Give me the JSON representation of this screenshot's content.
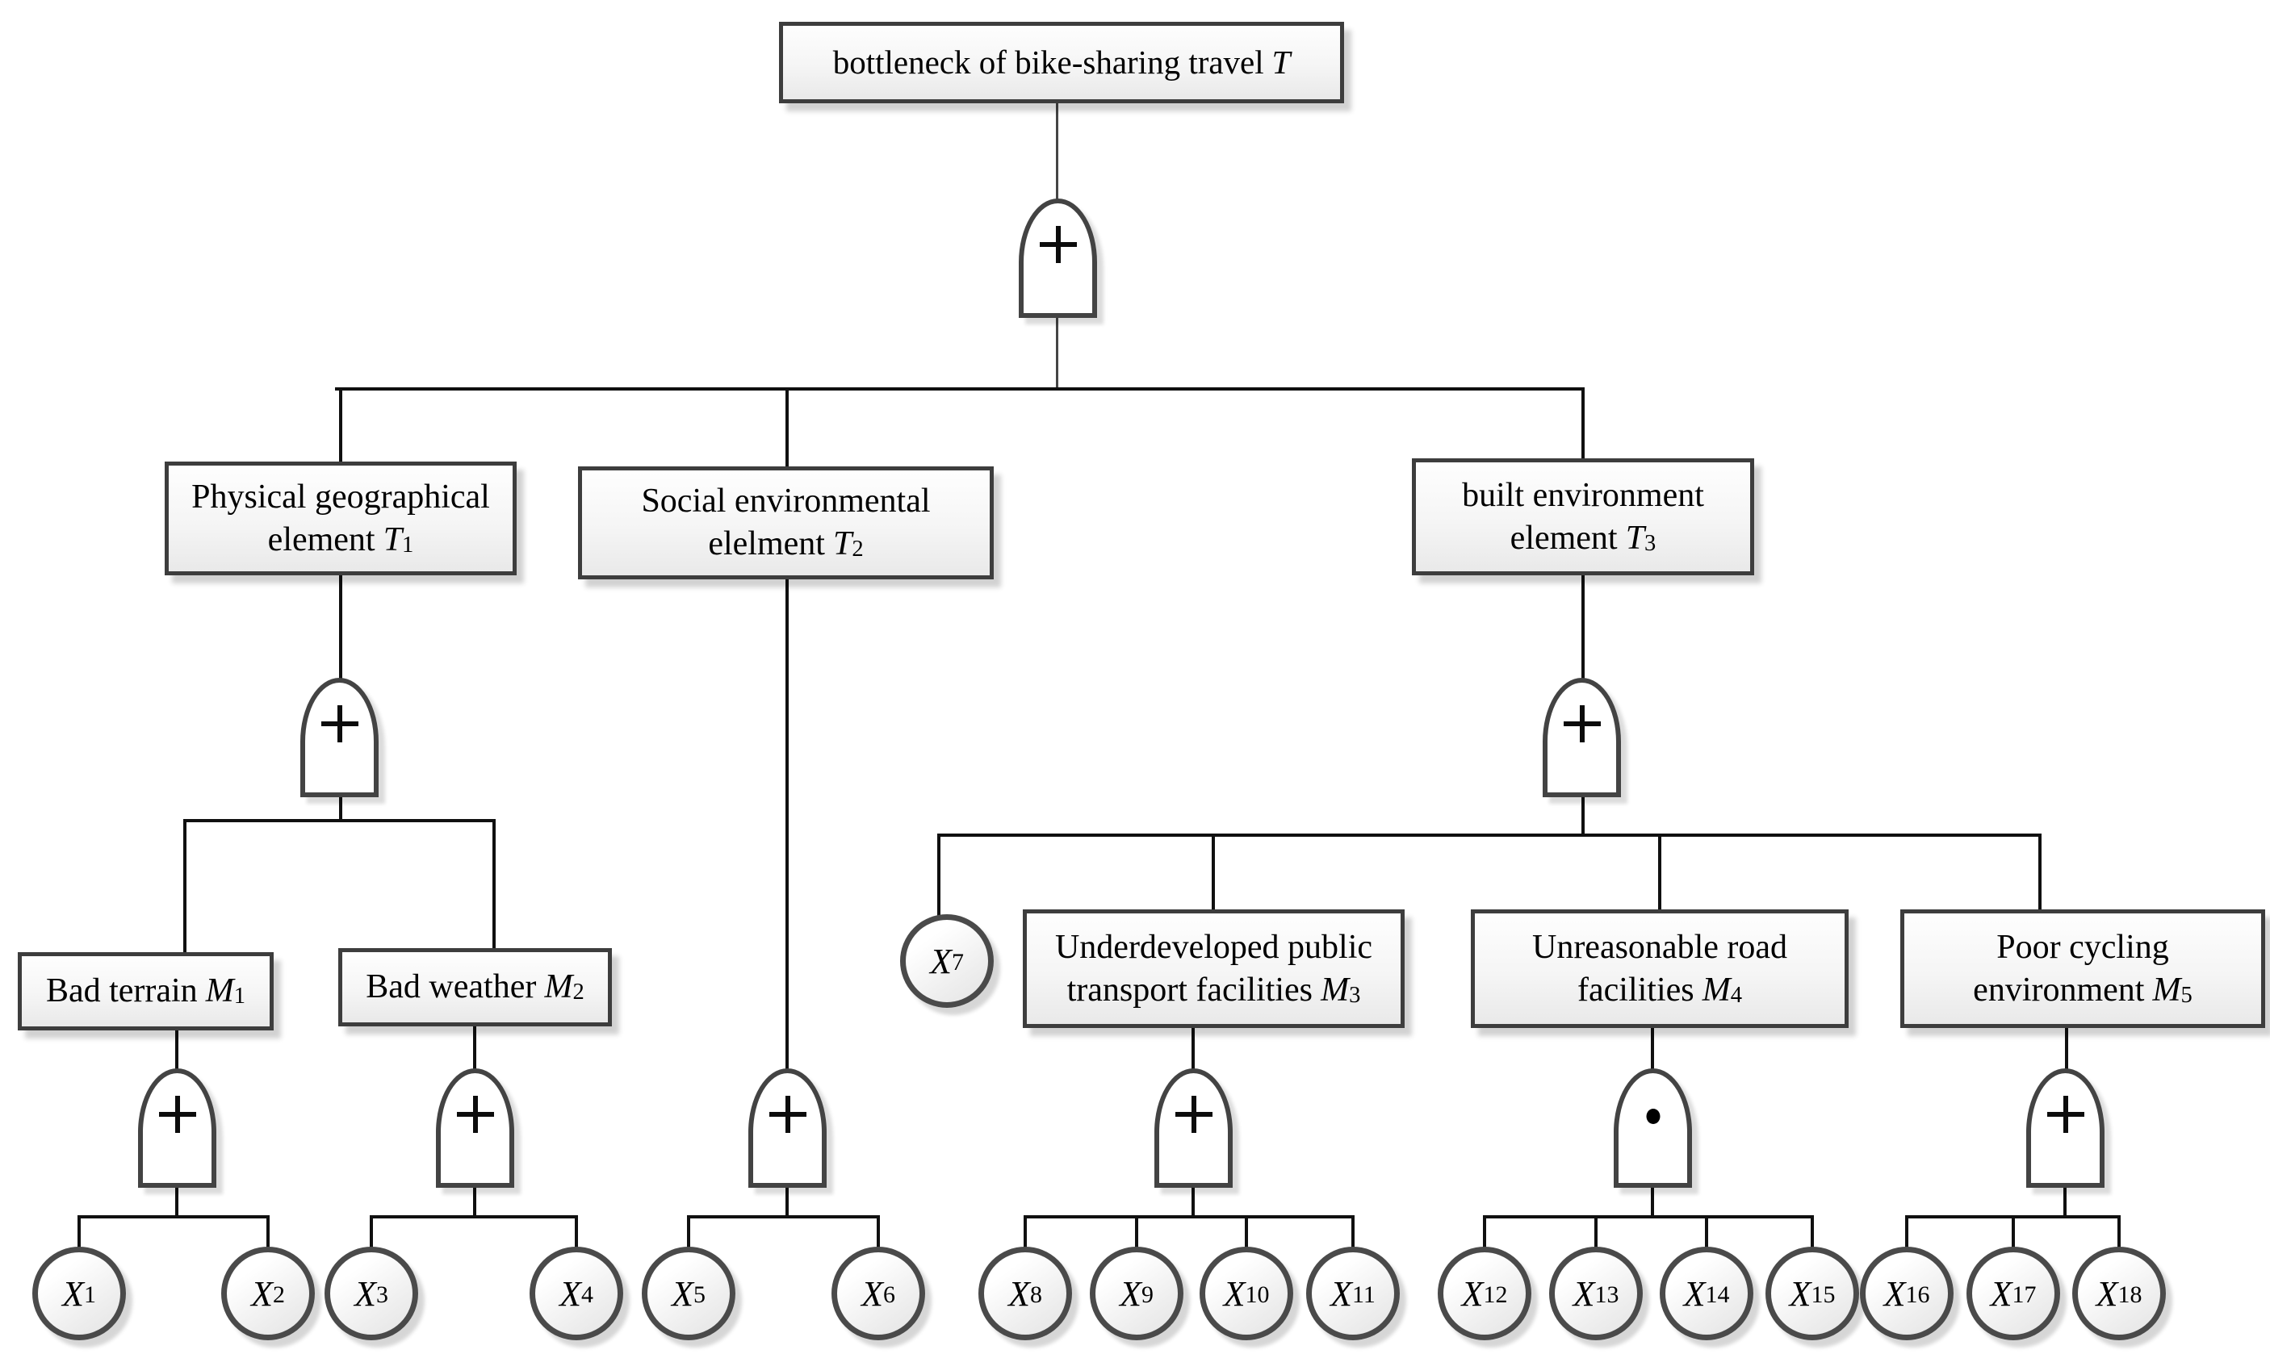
{
  "top_event": {
    "label": "bottleneck of bike-sharing travel",
    "sym": "T",
    "sub": ""
  },
  "intermediate_events": {
    "t1": {
      "line1": "Physical geographical",
      "line2": "element",
      "sym": "T",
      "sub": "1"
    },
    "t2": {
      "line1": "Social environmental",
      "line2": "elelment",
      "sym": "T",
      "sub": "2"
    },
    "t3": {
      "line1": "built environment",
      "line2": "element",
      "sym": "T",
      "sub": "3"
    },
    "m1": {
      "line1": "Bad terrain",
      "sym": "M",
      "sub": "1"
    },
    "m2": {
      "line1": "Bad weather",
      "sym": "M",
      "sub": "2"
    },
    "m3": {
      "line1": "Underdeveloped public",
      "line2": "transport facilities",
      "sym": "M",
      "sub": "3"
    },
    "m4": {
      "line1": "Unreasonable road",
      "line2": "facilities",
      "sym": "M",
      "sub": "4"
    },
    "m5": {
      "line1": "Poor cycling",
      "line2": "environment",
      "sym": "M",
      "sub": "5"
    }
  },
  "gates": {
    "top": {
      "type": "or",
      "symbol": "+"
    },
    "t1": {
      "type": "or",
      "symbol": "+"
    },
    "t2": {
      "type": "or",
      "symbol": "+"
    },
    "t3": {
      "type": "or",
      "symbol": "+"
    },
    "m1": {
      "type": "or",
      "symbol": "+"
    },
    "m2": {
      "type": "or",
      "symbol": "+"
    },
    "m3": {
      "type": "or",
      "symbol": "+"
    },
    "m4": {
      "type": "and",
      "symbol": "•"
    },
    "m5": {
      "type": "or",
      "symbol": "+"
    }
  },
  "basic_events": [
    {
      "sym": "X",
      "sub": "1"
    },
    {
      "sym": "X",
      "sub": "2"
    },
    {
      "sym": "X",
      "sub": "3"
    },
    {
      "sym": "X",
      "sub": "4"
    },
    {
      "sym": "X",
      "sub": "5"
    },
    {
      "sym": "X",
      "sub": "6"
    },
    {
      "sym": "X",
      "sub": "7"
    },
    {
      "sym": "X",
      "sub": "8"
    },
    {
      "sym": "X",
      "sub": "9"
    },
    {
      "sym": "X",
      "sub": "10"
    },
    {
      "sym": "X",
      "sub": "11"
    },
    {
      "sym": "X",
      "sub": "12"
    },
    {
      "sym": "X",
      "sub": "13"
    },
    {
      "sym": "X",
      "sub": "14"
    },
    {
      "sym": "X",
      "sub": "15"
    },
    {
      "sym": "X",
      "sub": "16"
    },
    {
      "sym": "X",
      "sub": "17"
    },
    {
      "sym": "X",
      "sub": "18"
    }
  ],
  "colors": {
    "box_border": "#3d3d3d",
    "box_fill_top": "#fefefe",
    "box_fill_bottom": "#e9e9e9",
    "gate_border": "#434343",
    "circle_border": "#4a4a4a",
    "line": "#101010",
    "symbol": "#0c0c0c"
  }
}
